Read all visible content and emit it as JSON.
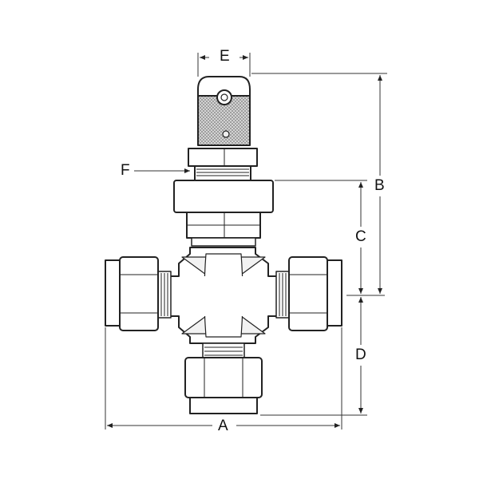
{
  "diagram": {
    "type": "technical-drawing",
    "subject": "cross tube fitting with bonnet valve",
    "line_color": "#222222",
    "knurl_color": "#b9b9b9",
    "dimensions": {
      "A": {
        "label": "A",
        "orientation": "horizontal",
        "description": "overall width across side fittings"
      },
      "B": {
        "label": "B",
        "orientation": "vertical",
        "description": "centerline to top of handle"
      },
      "C": {
        "label": "C",
        "orientation": "vertical",
        "description": "centerline to top of bonnet"
      },
      "D": {
        "label": "D",
        "orientation": "vertical",
        "description": "centerline to bottom of lower fitting"
      },
      "E": {
        "label": "E",
        "orientation": "horizontal",
        "description": "handle width"
      },
      "F": {
        "label": "F",
        "orientation": "leader",
        "description": "panel mount thread"
      }
    }
  }
}
